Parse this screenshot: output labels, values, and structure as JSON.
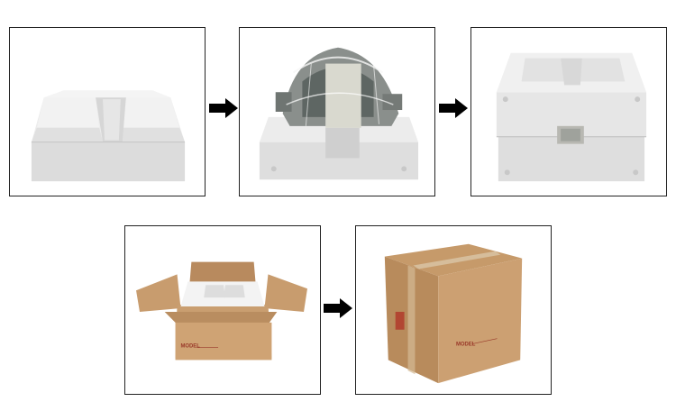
{
  "steps": [
    {
      "name": "foam-base-empty"
    },
    {
      "name": "machine-in-foam-base"
    },
    {
      "name": "foam-box-closed"
    },
    {
      "name": "foam-box-in-open-carton"
    },
    {
      "name": "sealed-carton"
    }
  ],
  "carton_labels": {
    "open_carton_model": "MODEL",
    "sealed_carton_model": "MODEL"
  },
  "colors": {
    "foam": "#e9e9e9",
    "foam_shade": "#cfcfcf",
    "cardboard": "#c79a6b",
    "cardboard_dark": "#a97d52",
    "arrow": "#000000",
    "panel_border": "#222222"
  },
  "arrows": [
    {
      "icon": "arrow-right-icon"
    },
    {
      "icon": "arrow-right-icon"
    },
    {
      "icon": "arrow-right-icon"
    }
  ]
}
